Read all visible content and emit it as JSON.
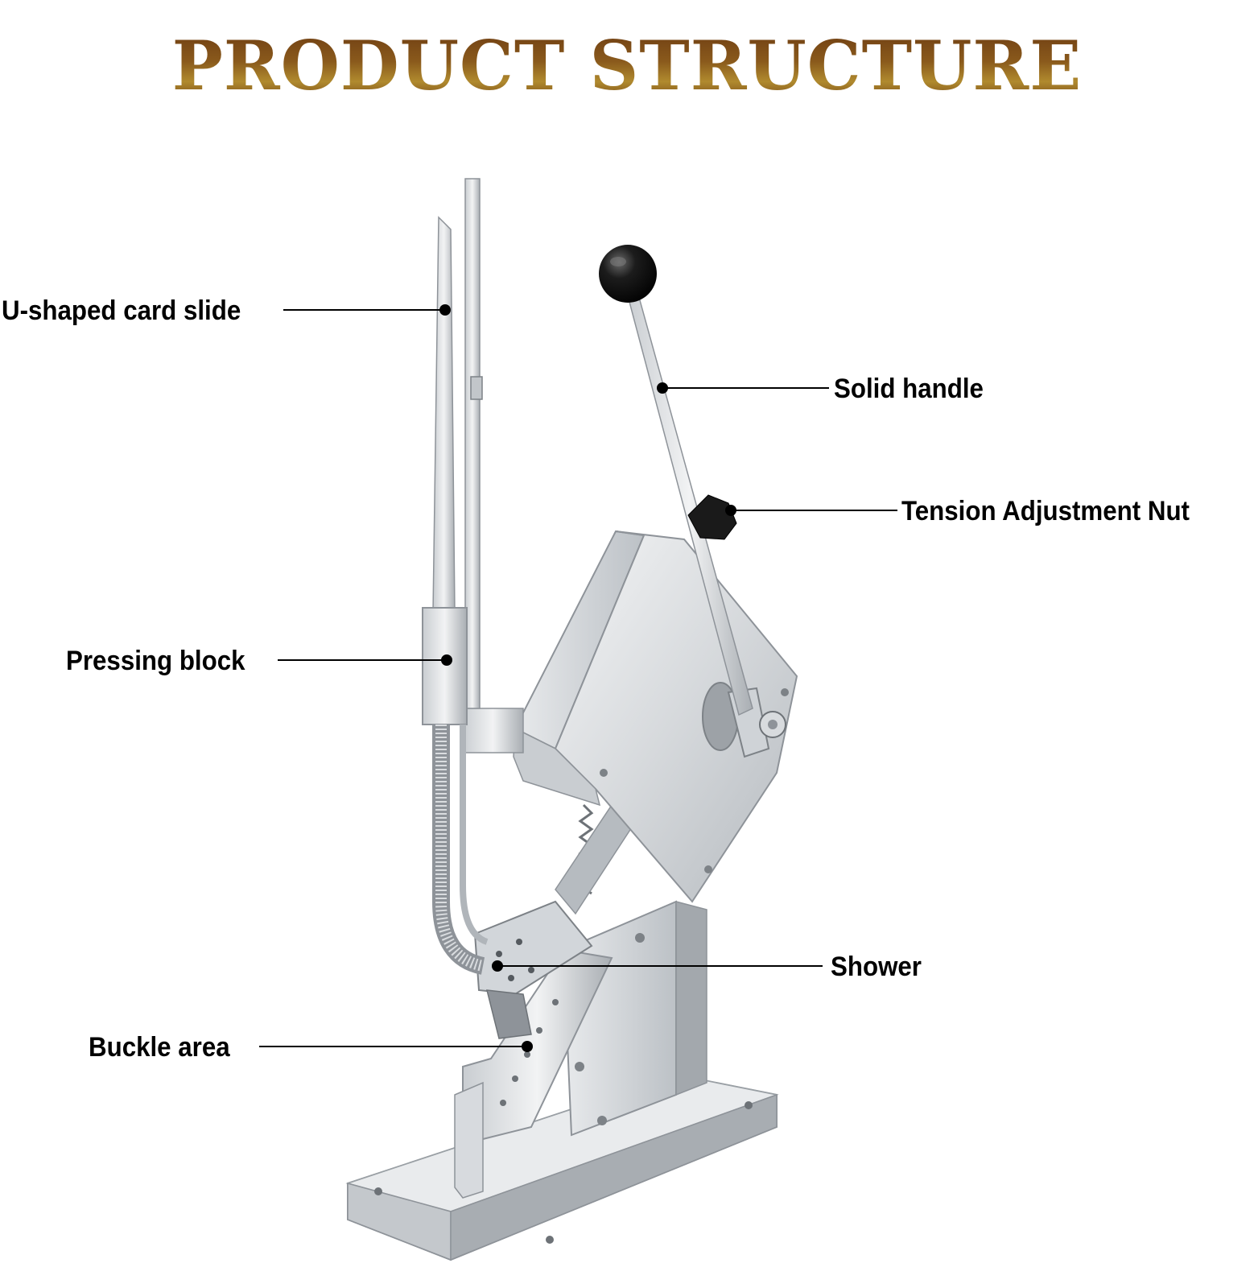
{
  "title": "PRODUCT STRUCTURE",
  "labels": {
    "u_shaped_card_slide": "U-shaped card slide",
    "solid_handle": "Solid handle",
    "tension_adjustment_nut": "Tension Adjustment Nut",
    "pressing_block": "Pressing block",
    "shower": "Shower",
    "buckle_area": "Buckle area"
  },
  "colors": {
    "title_brown": "#7a4a16",
    "steel_light": "#e4e6e8",
    "steel_mid": "#bfc3c7",
    "steel_dark": "#8e9399",
    "knob_black": "#141414",
    "leader_line": "#000000"
  }
}
